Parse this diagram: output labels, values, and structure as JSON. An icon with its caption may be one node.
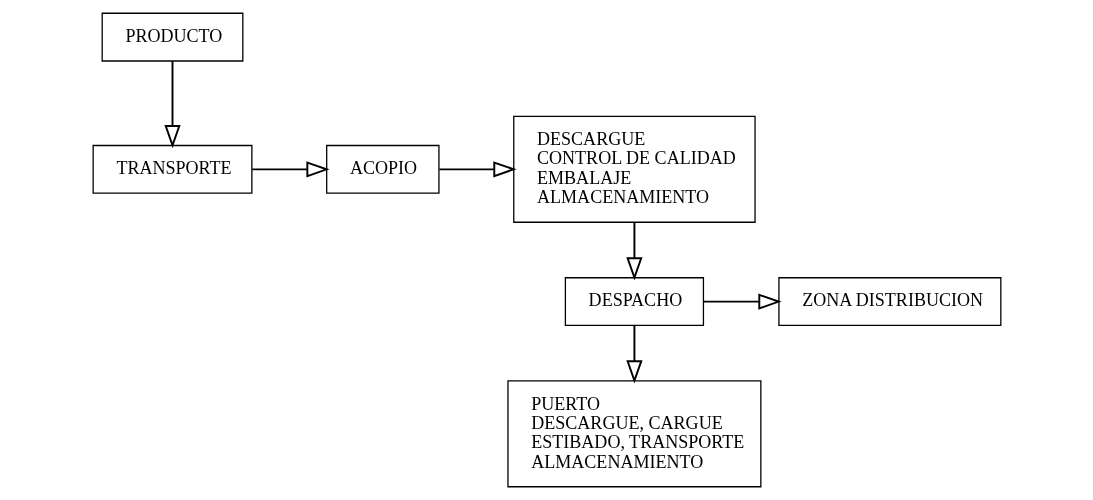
{
  "diagram": {
    "nodes": [
      {
        "text": [
          "PRODUCTO"
        ]
      },
      {
        "text": [
          "TRANSPORTE"
        ]
      },
      {
        "text": [
          "ACOPIO"
        ]
      },
      {
        "text": [
          "DESCARGUE",
          "CONTROL DE CALIDAD",
          "EMBALAJE",
          "ALMACENAMIENTO"
        ]
      },
      {
        "text": [
          "DESPACHO"
        ]
      },
      {
        "text": [
          "ZONA DISTRIBUCION"
        ]
      },
      {
        "text": [
          "PUERTO",
          "DESCARGUE, CARGUE",
          "ESTIBADO, TRANSPORTE",
          "ALMACENAMIENTO"
        ]
      }
    ],
    "edges": [
      {
        "from": 0,
        "to": 1,
        "arrow": "to"
      },
      {
        "from": 1,
        "to": 2,
        "arrow": "to"
      },
      {
        "from": 2,
        "to": 3,
        "arrow": "to"
      },
      {
        "from": 3,
        "to": 4,
        "arrow": "to"
      },
      {
        "from": 4,
        "to": 5,
        "arrow": "to"
      },
      {
        "from": 4,
        "to": 6,
        "arrow": "to"
      }
    ]
  }
}
